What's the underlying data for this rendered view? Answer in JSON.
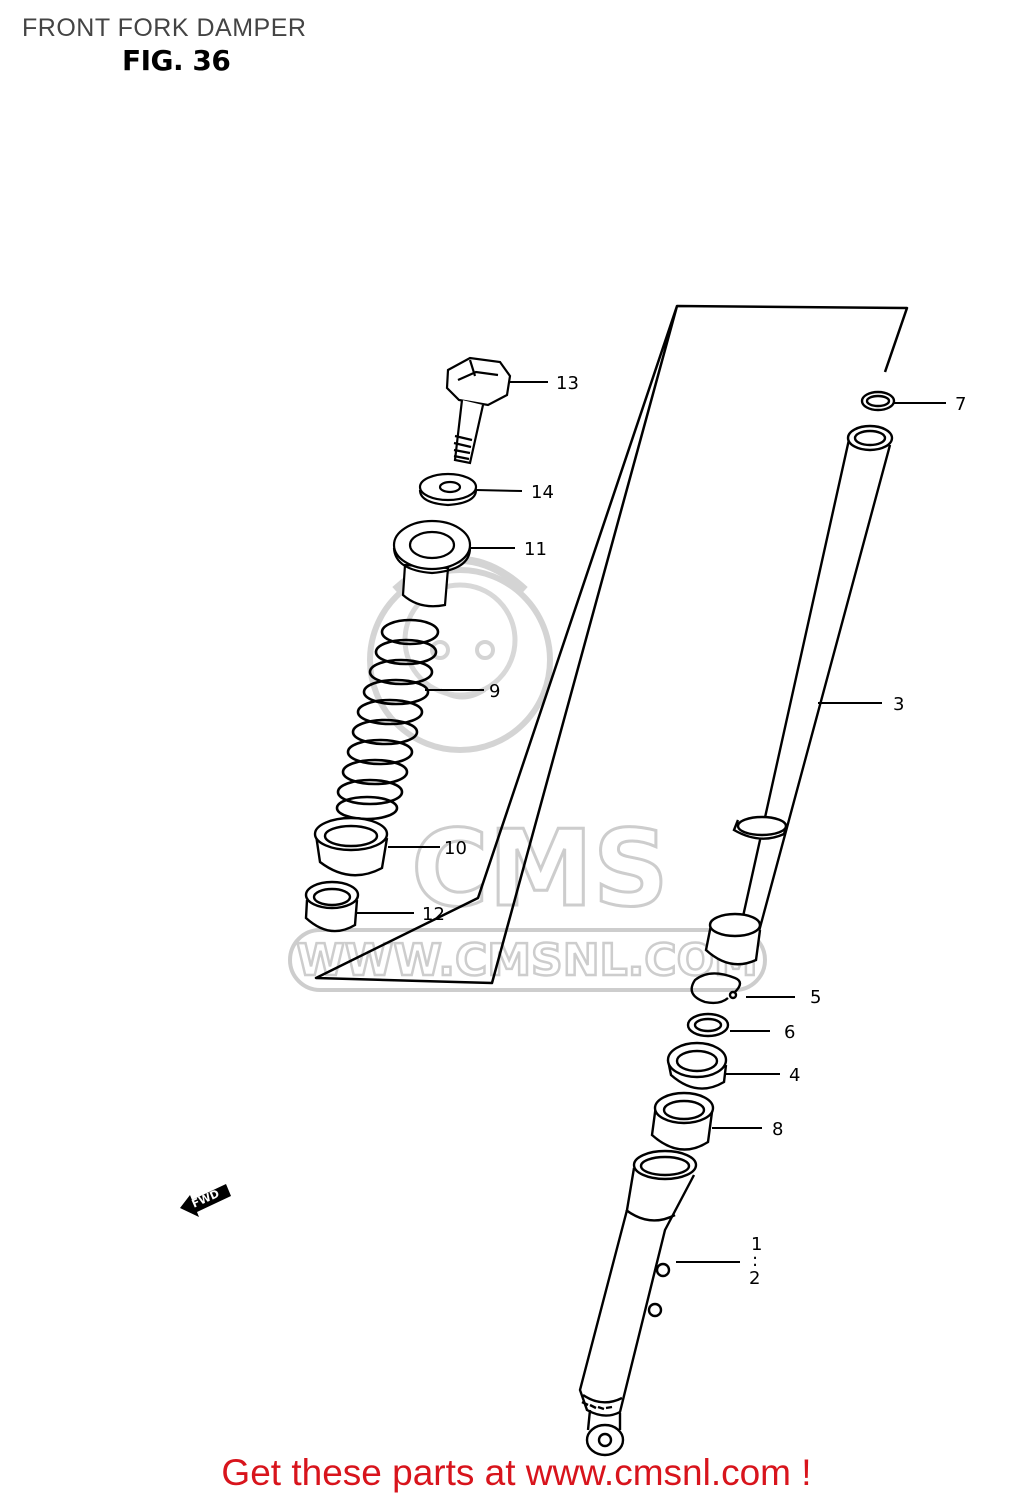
{
  "header": {
    "title": "FRONT FORK DAMPER",
    "figure": "FIG. 36"
  },
  "watermark": {
    "brand": "CMS",
    "url": "WWW.CMSNL.COM"
  },
  "fwd_label": "FWD",
  "callouts": [
    {
      "id": "13",
      "part": "bolt"
    },
    {
      "id": "14",
      "part": "washer"
    },
    {
      "id": "11",
      "part": "spring-seat"
    },
    {
      "id": "9",
      "part": "spring"
    },
    {
      "id": "10",
      "part": "cup"
    },
    {
      "id": "12",
      "part": "collar"
    },
    {
      "id": "7",
      "part": "ring"
    },
    {
      "id": "3",
      "part": "inner-tube"
    },
    {
      "id": "5",
      "part": "circlip"
    },
    {
      "id": "6",
      "part": "washer"
    },
    {
      "id": "4",
      "part": "oil-seal"
    },
    {
      "id": "8",
      "part": "bushing"
    },
    {
      "id": "1",
      "part": "outer-tube"
    },
    {
      "id": "2",
      "part": "outer-tube"
    }
  ],
  "colon_mark": ":",
  "footer": {
    "text": "Get these parts at www.cmsnl.com !",
    "color": "#d8141c"
  }
}
